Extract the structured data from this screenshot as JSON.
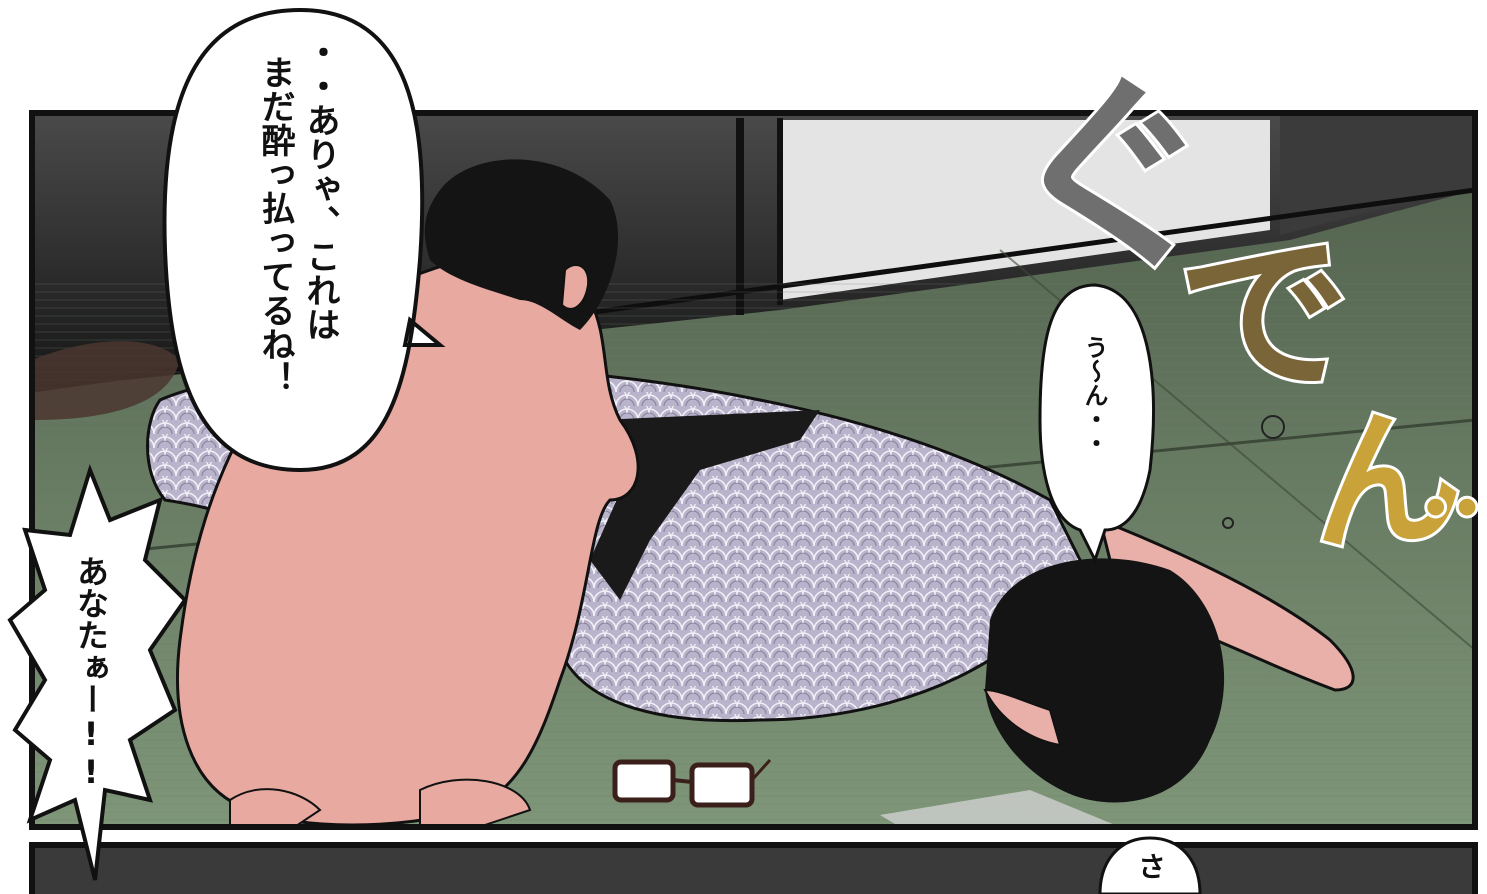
{
  "balloons": {
    "husband_line": "・・ありゃ、これはまだ酔っ払ってるね！",
    "husband_col1": "・・ありゃ、これは",
    "husband_col2": "まだ酔っ払ってるね！",
    "wife_shout": "あなたぁー!!",
    "drunk_moan": "う〜ん・・",
    "next_panel_text": "さ"
  },
  "sound_effect": {
    "chars": [
      "ぐ",
      "で",
      "ん",
      ".."
    ]
  },
  "colors": {
    "tatami": "#7f9679",
    "wall_shadow": "#2a2a2a",
    "shoji": "#e6e6e6",
    "skin": "#e8a9a1",
    "yukata": "#b7b0c9",
    "obi": "#1c1c1c",
    "hair": "#141414",
    "sfx_gradient_top": "#7a7a7a",
    "sfx_gradient_bottom": "#c9a23a"
  }
}
